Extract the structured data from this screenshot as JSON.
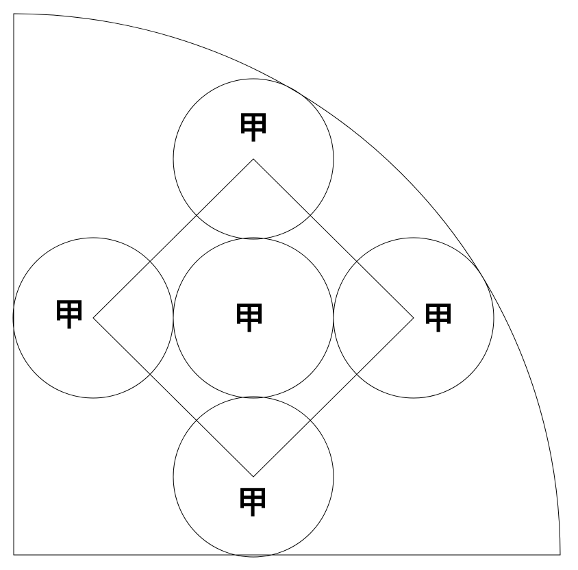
{
  "diagram": {
    "labels": {
      "top": "甲",
      "left": "甲",
      "center": "甲",
      "right": "甲",
      "bottom": "甲"
    }
  }
}
